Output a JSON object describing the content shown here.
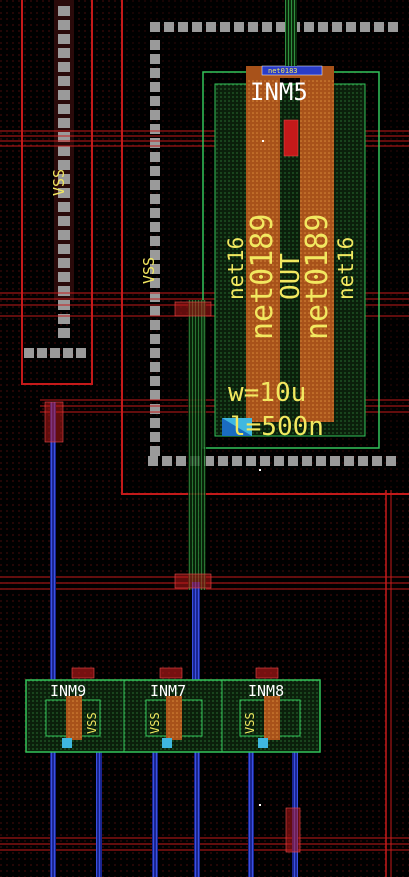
{
  "window": {
    "title": ""
  },
  "colors": {
    "background": "#000000",
    "metal_red": "#c41a1a",
    "nwell_green": "#33c45a",
    "poly_orange": "#c8621e",
    "metal_blue": "#2a3cc8",
    "via_gray": "#9a9a9a",
    "label_yellow": "#f2e860",
    "label_white": "#ffffff",
    "diffusion_cyan": "#3fb8e0"
  },
  "layout": {
    "device_big": {
      "name": "INM5",
      "top_tag": "net0183",
      "pin_left": "net16",
      "pin_right": "net16",
      "drain_left": "net0189",
      "drain_right": "net0189",
      "center": "OUT",
      "width": "w=10u",
      "length": "l=500n"
    },
    "rail_left": "VSS",
    "rail_inner": "VSS",
    "small_devices": [
      {
        "name": "INM9",
        "pin": "VSS"
      },
      {
        "name": "INM7",
        "pin": "VSS"
      },
      {
        "name": "INM8",
        "pin": "VSS"
      }
    ]
  }
}
